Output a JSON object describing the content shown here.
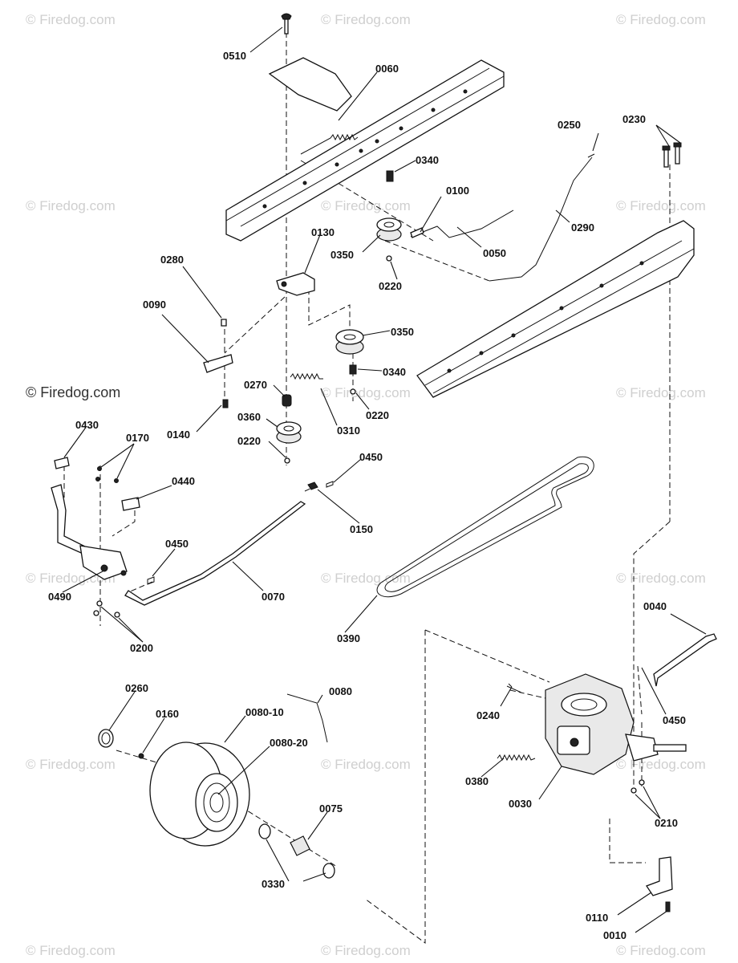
{
  "watermark": {
    "text": "© Firedog.com",
    "prominent_text": "© Firedog.com"
  },
  "part_labels": {
    "p0510": "0510",
    "p0060": "0060",
    "p0250": "0250",
    "p0230": "0230",
    "p0340a": "0340",
    "p0100": "0100",
    "p0290": "0290",
    "p0050": "0050",
    "p0350a": "0350",
    "p0220a": "0220",
    "p0130": "0130",
    "p0280": "0280",
    "p0090": "0090",
    "p0350b": "0350",
    "p0340b": "0340",
    "p0270": "0270",
    "p0220b": "0220",
    "p0310": "0310",
    "p0140": "0140",
    "p0360": "0360",
    "p0220c": "0220",
    "p0430": "0430",
    "p0170": "0170",
    "p0440": "0440",
    "p0450a": "0450",
    "p0150": "0150",
    "p0450b": "0450",
    "p0490": "0490",
    "p0070": "0070",
    "p0200": "0200",
    "p0390": "0390",
    "p0040": "0040",
    "p0450c": "0450",
    "p0240": "0240",
    "p0260": "0260",
    "p0080": "0080",
    "p0160": "0160",
    "p0080_10": "0080-10",
    "p0080_20": "0080-20",
    "p0380": "0380",
    "p0030": "0030",
    "p0210": "0210",
    "p0075": "0075",
    "p0330": "0330",
    "p0110": "0110",
    "p0010": "0010"
  }
}
